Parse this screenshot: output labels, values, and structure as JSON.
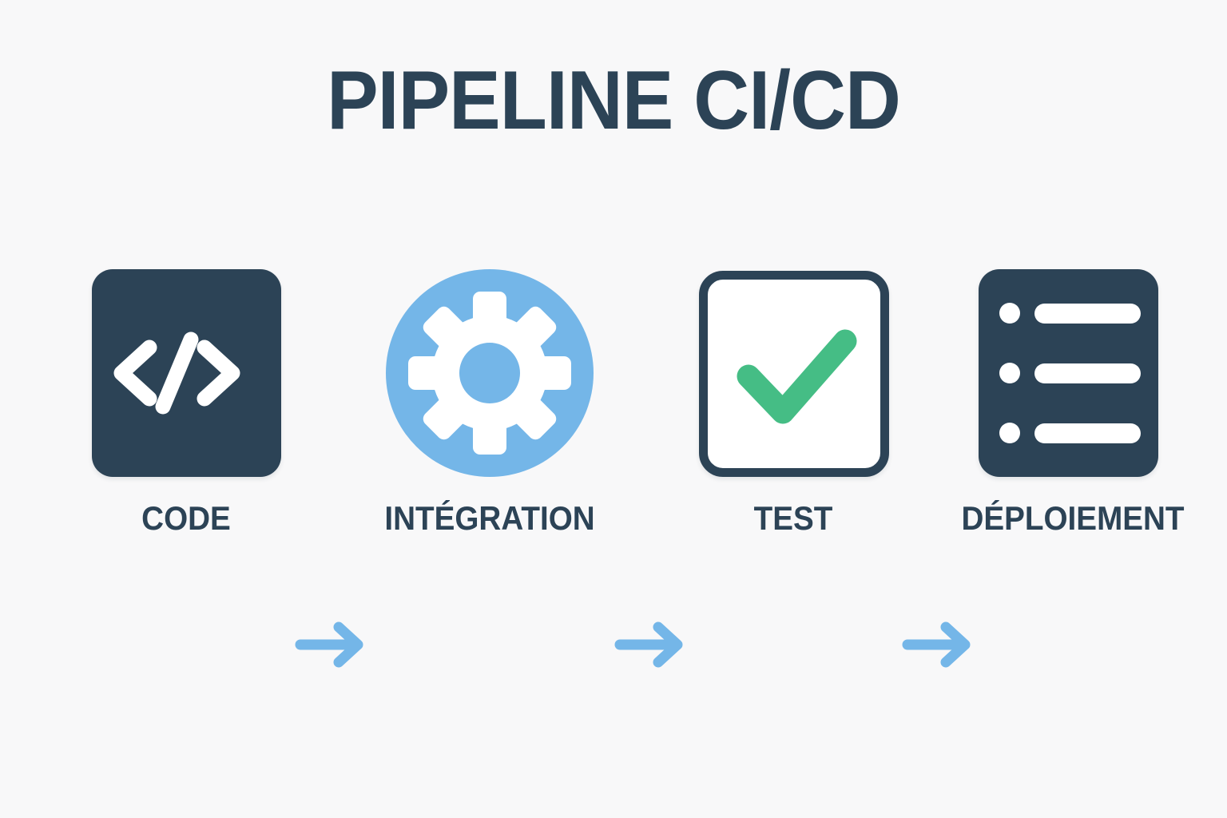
{
  "page": {
    "title": "PIPELINE CI/CD",
    "background_color": "#f8f8f9"
  },
  "theme": {
    "dark_slate": "#2c4356",
    "accent_blue": "#74b6e8",
    "success_green": "#45bd85",
    "white": "#ffffff"
  },
  "diagram": {
    "type": "linear-process-flow",
    "direction": "left-to-right",
    "stage_count": 4,
    "connector_count": 3,
    "stages": [
      {
        "id": "code",
        "label": "CODE",
        "icon": "code-brackets-icon",
        "icon_shape": "rounded-square",
        "icon_fill": "#2c4356",
        "glyph_color": "#ffffff"
      },
      {
        "id": "integration",
        "label": "INTÉGRATION",
        "icon": "gear-icon",
        "icon_shape": "circle",
        "icon_fill": "#74b6e8",
        "glyph_color": "#ffffff",
        "gear_teeth": 8
      },
      {
        "id": "test",
        "label": "TEST",
        "icon": "checkmark-icon",
        "icon_shape": "outlined-rounded-square",
        "icon_fill": "#ffffff",
        "icon_border": "#2c4356",
        "glyph_color": "#45bd85"
      },
      {
        "id": "deploy",
        "label": "DÉPLOIEMENT",
        "icon": "list-checklist-icon",
        "icon_shape": "rounded-square",
        "icon_fill": "#2c4356",
        "glyph_color": "#ffffff",
        "list_rows": 3
      }
    ],
    "connectors": [
      {
        "id": "arrow-code-to-integration",
        "icon": "arrow-right-icon",
        "color": "#74b6e8"
      },
      {
        "id": "arrow-integration-to-test",
        "icon": "arrow-right-icon",
        "color": "#74b6e8"
      },
      {
        "id": "arrow-test-to-deploy",
        "icon": "arrow-right-icon",
        "color": "#74b6e8"
      }
    ]
  }
}
